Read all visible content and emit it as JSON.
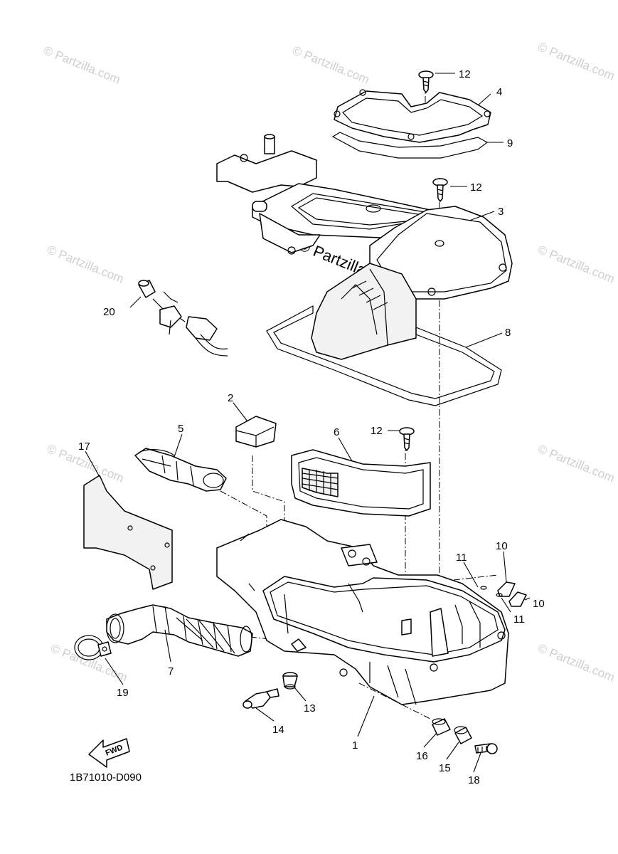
{
  "watermark": {
    "text": "© Partzilla.com"
  },
  "diagram_code": "1B71010-D090",
  "fwd_label": "FWD",
  "callouts": {
    "c1": "1",
    "c2": "2",
    "c3": "3",
    "c4": "4",
    "c5": "5",
    "c6": "6",
    "c7": "7",
    "c8": "8",
    "c9": "9",
    "c10a": "10",
    "c10b": "10",
    "c11a": "11",
    "c11b": "11",
    "c12a": "12",
    "c12b": "12",
    "c12c": "12",
    "c13": "13",
    "c14": "14",
    "c15": "15",
    "c16": "16",
    "c17": "17",
    "c18": "18",
    "c19": "19",
    "c20": "20"
  }
}
